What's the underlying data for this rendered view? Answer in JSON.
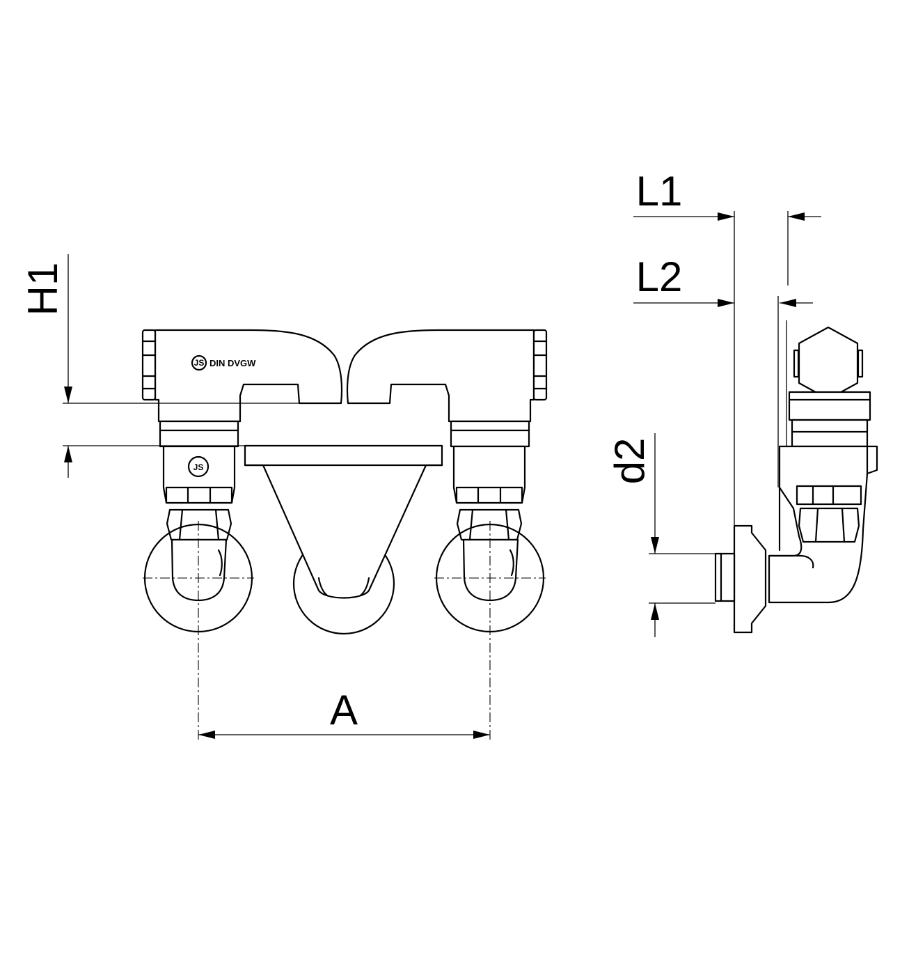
{
  "dimensions": {
    "h1": "H1",
    "a": "A",
    "l1": "L1",
    "l2": "L2",
    "d2": "d2"
  },
  "markings": {
    "certification": "DIN DVGW",
    "logo_left": "JS",
    "logo_body": "JS"
  }
}
